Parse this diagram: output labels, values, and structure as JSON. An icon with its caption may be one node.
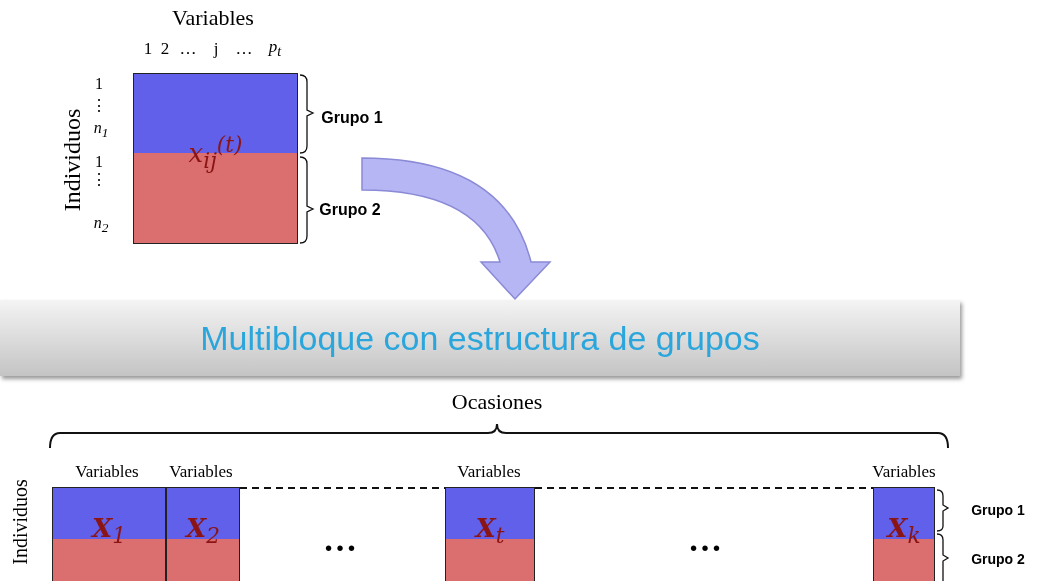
{
  "diagram": {
    "nodes": [
      {
        "text": [
          "x$_{ij}$$^{(t)}$"
        ]
      },
      {
        "text": [
          "Multibloque con estructura de grupos"
        ]
      },
      {
        "text": [
          "**X**$_{1}$"
        ]
      },
      {
        "text": [
          "**X**$_{2}$"
        ]
      },
      {
        "text": [
          "**X**$_{t}$"
        ]
      },
      {
        "text": [
          "**X**$_{k}$"
        ]
      }
    ],
    "edges": [
      {
        "from": 0,
        "to": 1,
        "arrow": "to"
      }
    ],
    "labels": [
      "Variables",
      "1",
      "2",
      "…",
      "j",
      "…",
      "p$_{t}$",
      "1",
      "⋮",
      "n$_{1}$",
      "1",
      "⋮",
      "n$_{2}$",
      "Individuos",
      "Grupo 1",
      "Grupo 2",
      "Ocasiones",
      "Variables",
      "Variables",
      "Variables",
      "Variables",
      "Individuos",
      "…",
      "…",
      "Grupo 1",
      "Grupo 2"
    ]
  }
}
